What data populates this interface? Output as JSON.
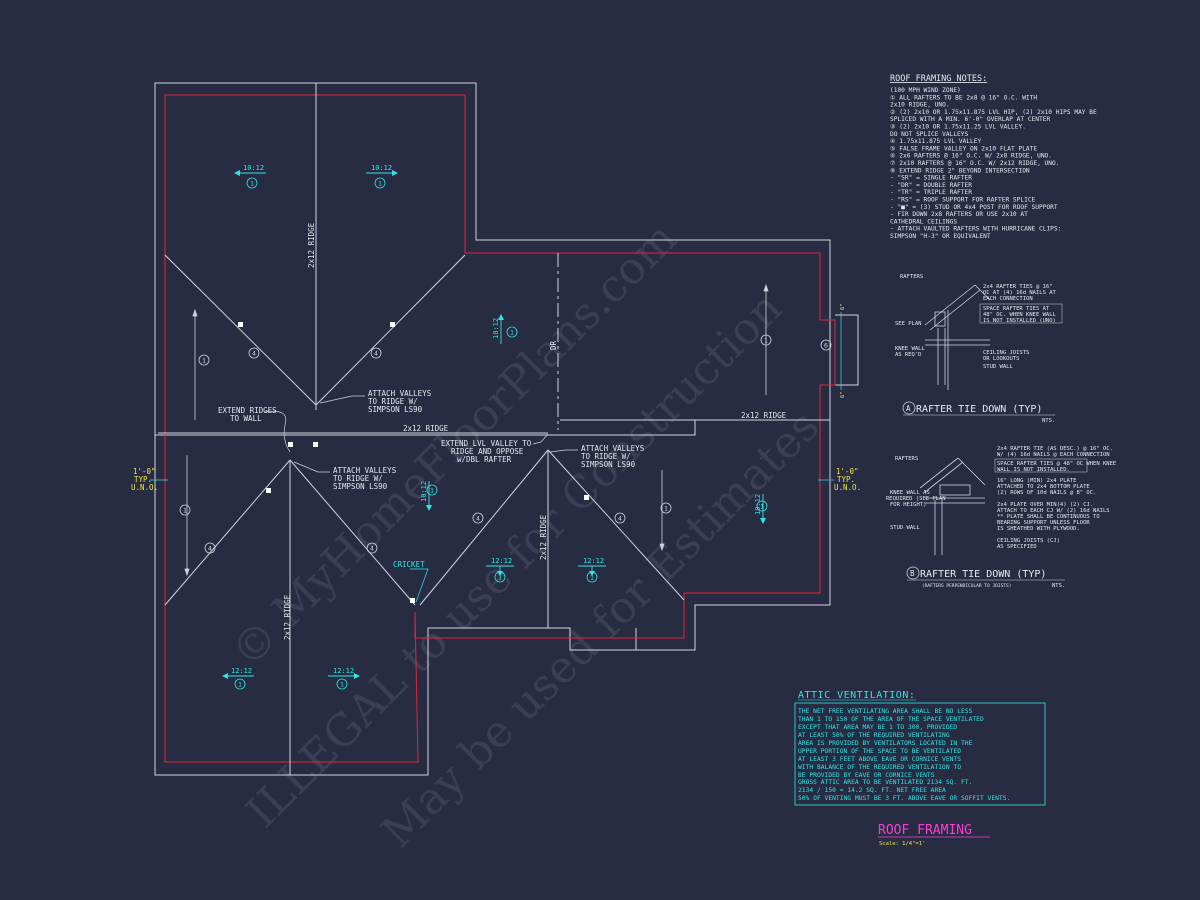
{
  "drawing": {
    "title": "ROOF FRAMING",
    "scale": "Scale: 1/4\"=1'",
    "colors": {
      "background": "#272c43",
      "lines": "#d0d3dc",
      "eave": "#e0263a",
      "slope": "#2ee6e6",
      "dims": "#f0ea3a",
      "title": "#ff3bd7"
    }
  },
  "notes": {
    "heading": "ROOF FRAMING NOTES:",
    "lines": [
      "(100 MPH WIND ZONE)",
      "① ALL RAFTERS TO BE 2x8 @ 16\" O.C. WITH",
      "   2x10 RIDGE, UNO.",
      "② (2) 2x10 OR 1.75x11.875 LVL HIP, (2) 2x10 HIPS MAY BE",
      "   SPLICED WITH A MIN. 6'-0\" OVERLAP AT CENTER",
      "③ (2) 2x10 OR 1.75x11.25 LVL VALLEY.",
      "   DO NOT SPLICE VALLEYS",
      "④ 1.75x11.875 LVL VALLEY",
      "⑤ FALSE FRAME VALLEY ON 2x10 FLAT PLATE",
      "⑥ 2x6 RAFTERS @ 16\" O.C. W/ 2x8 RIDGE, UNO.",
      "⑦ 2x10 RAFTERS @ 16\" O.C. W/ 2x12 RIDGE, UNO.",
      "⑧ EXTEND RIDGE 2\" BEYOND INTERSECTION",
      "- \"SR\" = SINGLE RAFTER",
      "- \"DR\" = DOUBLE RAFTER",
      "- \"TR\" = TRIPLE RAFTER",
      "- \"RS\" = ROOF SUPPORT FOR RAFTER SPLICE",
      "- \"■\" = (3) STUD OR 4x4 POST FOR ROOF SUPPORT",
      "- FIR DOWN 2x8 RAFTERS OR USE 2x10 AT",
      "  CATHEDRAL CEILINGS",
      "- ATTACH VAULTED RAFTERS WITH HURRICANE CLIPS:",
      "  SIMPSON \"H-3\" OR EQUIVALENT"
    ]
  },
  "plan_labels": {
    "ridge_top": "2x12 RIDGE",
    "ridge_mid": "2x12 RIDGE",
    "ridge_right": "2x12 RIDGE",
    "ridge_center": "2x12 RIDGE",
    "ridge_bottom": "2x12 RIDGE",
    "dr": "DR",
    "attach_valleys_1": [
      "ATTACH VALLEYS",
      "TO RIDGE W/",
      "SIMPSON LS90"
    ],
    "extend_ridges": [
      "EXTEND RIDGES",
      "TO WALL"
    ],
    "attach_valleys_2": [
      "ATTACH VALLEYS",
      "TO RIDGE W/",
      "SIMPSON LS90"
    ],
    "extend_lvl": [
      "EXTEND LVL VALLEY TO",
      "RIDGE AND OPPOSE",
      "w/DBL RAFTER"
    ],
    "attach_valleys_3": [
      "ATTACH VALLEYS",
      "TO RIDGE W/",
      "SIMPSON LS90"
    ],
    "cricket": "CRICKET",
    "overhang_left": [
      "1'-0\"",
      "TYP.",
      "U.N.O."
    ],
    "overhang_right": [
      "1'-0\"",
      "TYP.",
      "U.N.O."
    ],
    "dim_6a": "6\"",
    "dim_6b": "6\""
  },
  "slopes": [
    "10:12",
    "10:12",
    "10:12",
    "10:12",
    "10:12",
    "12:12",
    "12:12",
    "12:12",
    "12:12"
  ],
  "detail_a": {
    "title": "RAFTER TIE DOWN (TYP)",
    "marker": "A",
    "nts": "NTS.",
    "labels": {
      "rafters": "RAFTERS",
      "see_plan": "SEE PLAN",
      "knee_wall": [
        "KNEE WALL",
        "AS REQ'D"
      ],
      "ties": [
        "2x4 RAFTER TIES @ 16\"",
        "OC AT (4) 16d NAILS AT",
        "EACH CONNECTION"
      ],
      "space": [
        "SPACE RAFTER TIES AT",
        "48\" OC. WHEN KNEE WALL",
        "IS NOT INSTALLED (UNO)"
      ],
      "ceiling": [
        "CEILING JOISTS",
        "OR LOOKOUTS"
      ],
      "stud": "STUD WALL"
    }
  },
  "detail_b": {
    "title": "RAFTER TIE DOWN (TYP)",
    "marker": "B",
    "subtitle": "(RAFTERS PERPENDICULAR TO JOISTS)",
    "nts": "NTS.",
    "labels": {
      "rafters": "RAFTERS",
      "knee_wall": [
        "KNEE WALL AS",
        "REQUIRED (SEE PLAN",
        "FOR HEIGHT)"
      ],
      "stud": "STUD WALL",
      "tie": [
        "2x4 RAFTER TIE (AS DESC.) @ 16\" OC.",
        "W/ (4) 16d NAILS @ EACH CONNECTION"
      ],
      "space": [
        "SPACE RAFTER TIES @ 48\" OC WHEN KNEE",
        "WALL IS NOT INSTALLED."
      ],
      "plate": [
        "16\" LONG (MIN) 2x4 PLATE",
        "ATTACHED TO 2x4 BOTTOM PLATE",
        "(2) ROWS OF 10d NAILS @ 8\" OC."
      ],
      "plate2": [
        "2x4 PLATE OVER MIN(4) (2) CJ.",
        "ATTACH TO EACH CJ W/ (2) 16d NAILS",
        "** PLATE SHALL BE CONTINUOUS TO",
        "BEARING SUPPORT UNLESS FLOOR",
        "IS SHEATHED WITH PLYWOOD."
      ],
      "ceiling": [
        "CEILING JOISTS (CJ)",
        "AS SPECIFIED"
      ]
    }
  },
  "attic": {
    "heading": "ATTIC VENTILATION:",
    "lines": [
      "THE NET FREE VENTILATING AREA SHALL BE NO LESS",
      "THAN 1 TO 150 OF THE AREA OF THE SPACE VENTILATED",
      "EXCEPT THAT AREA MAY BE 1 TO 300,  PROVIDED",
      "AT LEAST 50% OF THE REQUIRED VENTILATING",
      "AREA IS PROVIDED BY VENTILATORS LOCATED IN THE",
      "UPPER PORTION OF THE SPACE TO BE VENTILATED",
      "AT LEAST 3 FEET ABOVE EAVE OR CORNICE VENTS",
      "WITH BALANCE OF THE REQUIRED VENTILATION TO",
      "BE PROVIDED BY EAVE OR CORNICE VENTS"
    ],
    "calc": [
      "GROSS ATTIC AREA TO BE VENTILATED 2134  SQ. FT.",
      " 2134  / 150 = 14.2  SQ. FT. NET FREE AREA",
      "50% OF VENTING MUST BE 3 FT. ABOVE EAVE OR SOFFIT VENTS."
    ]
  },
  "watermark": [
    "© MyHomeFloorPlans.com",
    "ILLEGAL to use for Construction",
    "May be used for Estimates"
  ]
}
